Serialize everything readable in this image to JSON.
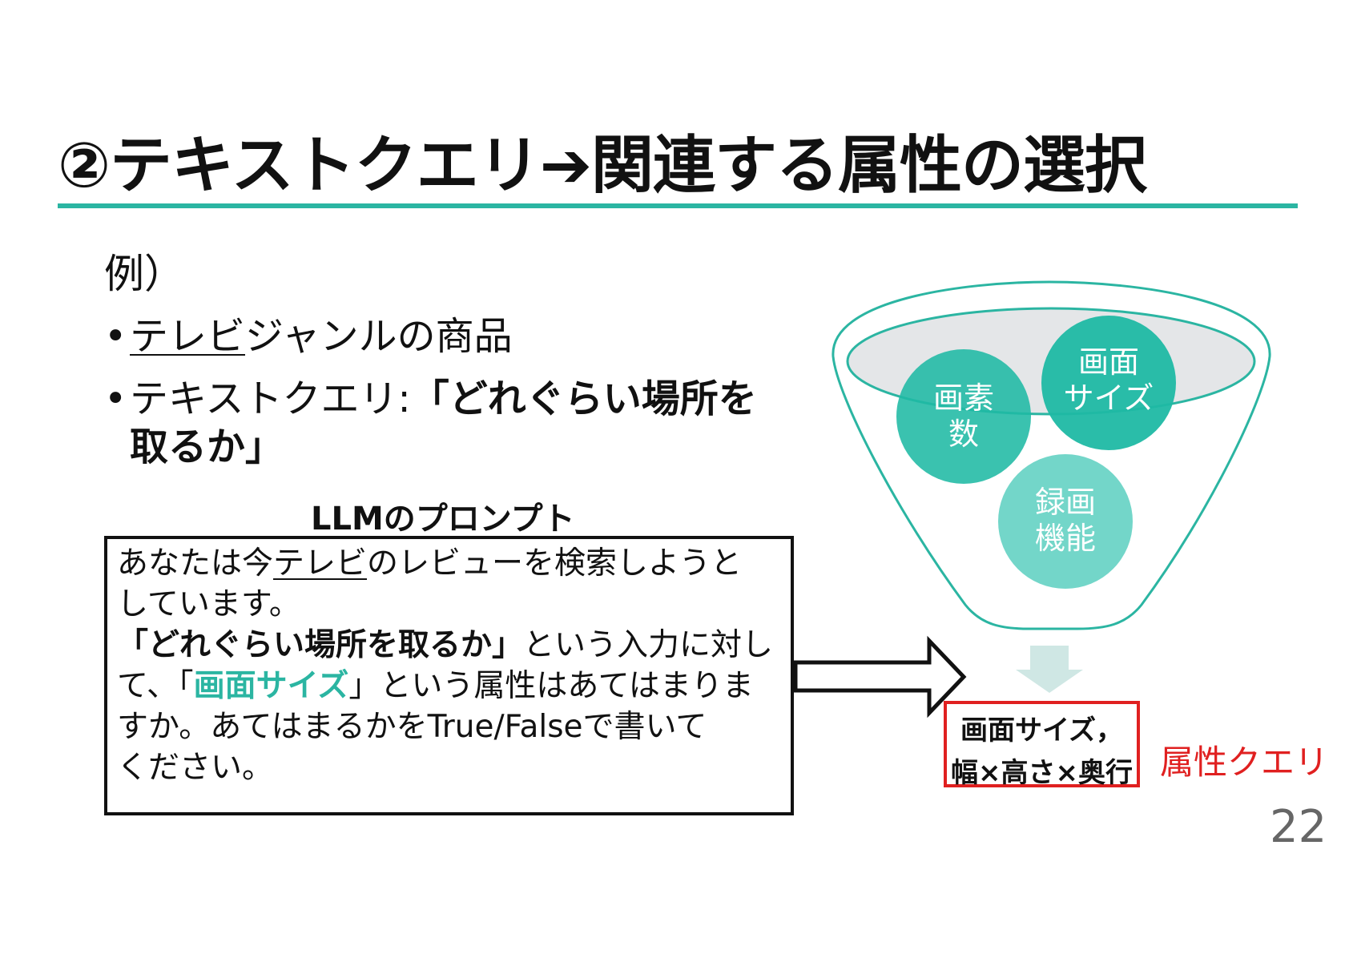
{
  "slide": {
    "title": "②テキストクエリ➔関連する属性の選択",
    "page_number": "22"
  },
  "example": {
    "label": "例）",
    "bullet_glyph": "•",
    "bullet1_underlined": "テレビ",
    "bullet1_rest": "ジャンルの商品",
    "bullet2_prefix": "テキストクエリ:",
    "bullet2_bold": "「どれぐらい場所を",
    "bullet2_cont": "取るか」"
  },
  "prompt": {
    "title": "LLMのプロンプト",
    "line1_a": "あなたは今",
    "line1_underlined": "テレビ",
    "line1_b": "のレビューを検索しようと",
    "line2": "しています。",
    "line3_bold": "「どれぐらい場所を取るか」",
    "line3_rest": "という入力に対し",
    "line4_a": "て、「",
    "line4_highlight": "画面サイズ",
    "line4_b": "」という属性はあてはまりま",
    "line5": "すか。あてはまるかをTrue/Falseで書いて",
    "line6": "ください。"
  },
  "funnel": {
    "circles": [
      {
        "line1": "画素",
        "line2": "数"
      },
      {
        "line1": "画面",
        "line2": "サイズ"
      },
      {
        "line1": "録画",
        "line2": "機能"
      }
    ]
  },
  "result": {
    "line1": "画面サイズ，",
    "line2": "幅×高さ×奥行",
    "label": "属性クエリ"
  },
  "colors": {
    "accent": "#2bb5a2",
    "circle_dark": "#1fb9a4",
    "circle_light": "#6cd4c6",
    "result_border": "#e02020",
    "down_arrow": "#cfe7e4"
  }
}
